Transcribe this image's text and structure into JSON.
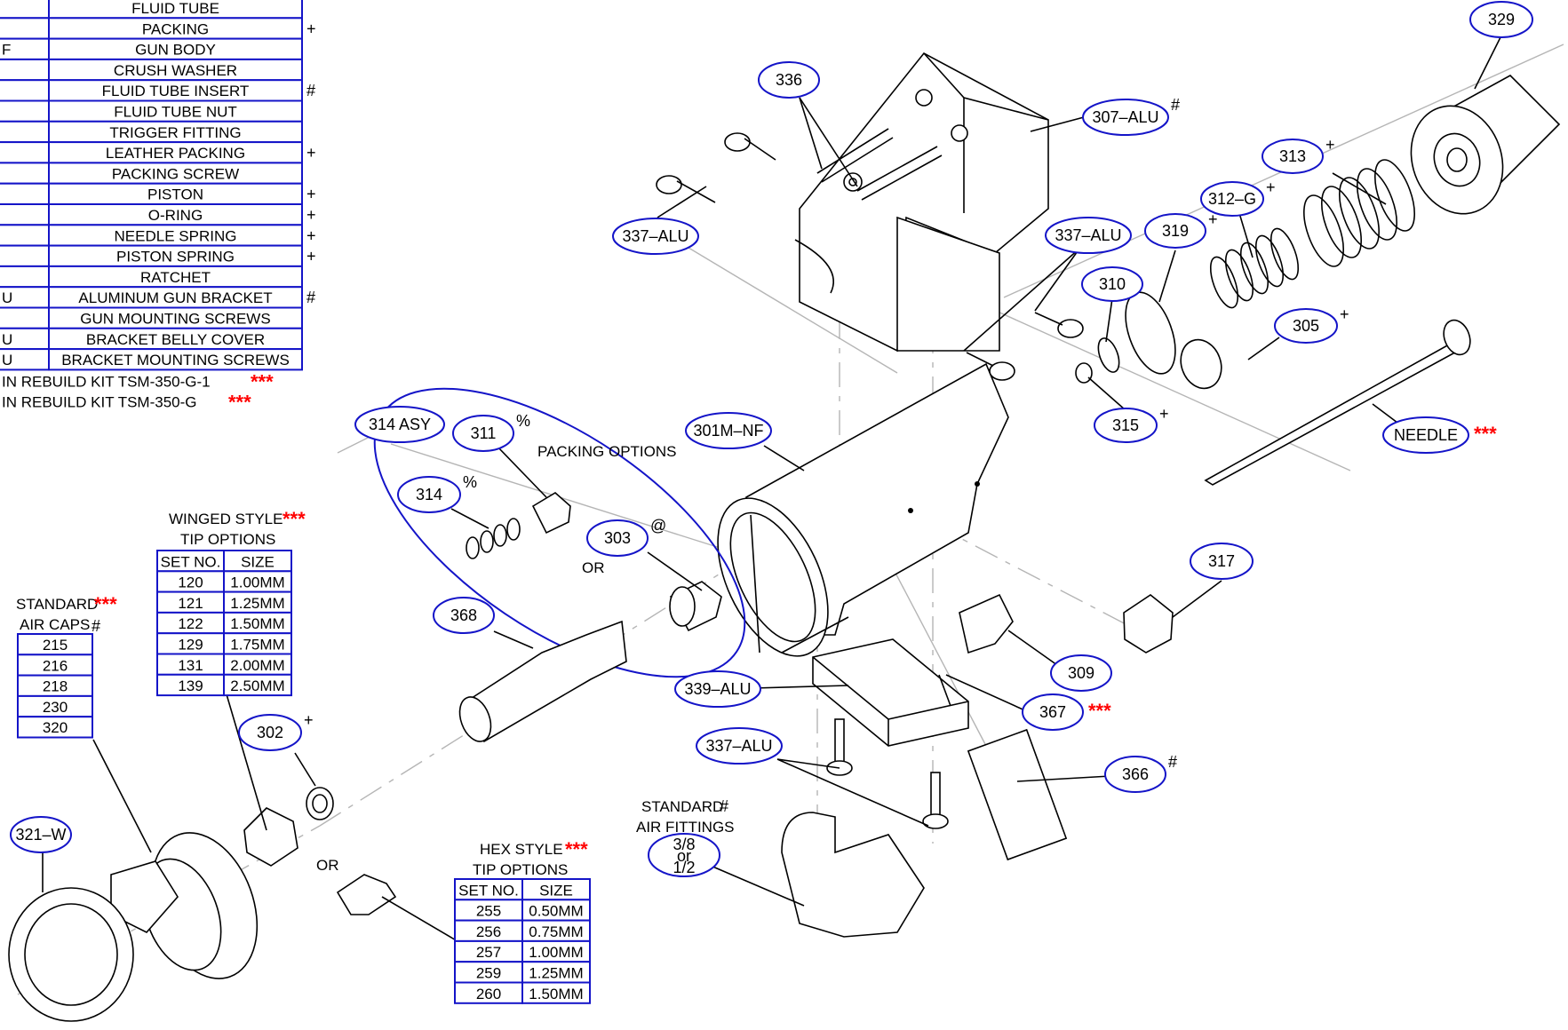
{
  "colors": {
    "balloon": "#1414c8",
    "table_border": "#1414c8",
    "note_star": "#ff0000",
    "line": "#000000",
    "centerline": "#b5b5b5"
  },
  "parts_list": {
    "rows": [
      {
        "left": "",
        "desc": "FLUID TUBE",
        "mark": ""
      },
      {
        "left": "",
        "desc": "PACKING",
        "mark": "+"
      },
      {
        "left": "F",
        "desc": "GUN BODY",
        "mark": ""
      },
      {
        "left": "",
        "desc": "CRUSH WASHER",
        "mark": ""
      },
      {
        "left": "",
        "desc": "FLUID TUBE INSERT",
        "mark": "#"
      },
      {
        "left": "",
        "desc": "FLUID TUBE NUT",
        "mark": ""
      },
      {
        "left": "",
        "desc": "TRIGGER FITTING",
        "mark": ""
      },
      {
        "left": "",
        "desc": "LEATHER PACKING",
        "mark": "+"
      },
      {
        "left": "",
        "desc": "PACKING SCREW",
        "mark": ""
      },
      {
        "left": "",
        "desc": "PISTON",
        "mark": "+"
      },
      {
        "left": "",
        "desc": "O-RING",
        "mark": "+"
      },
      {
        "left": "",
        "desc": "NEEDLE SPRING",
        "mark": "+"
      },
      {
        "left": "",
        "desc": "PISTON SPRING",
        "mark": "+"
      },
      {
        "left": "",
        "desc": "RATCHET",
        "mark": ""
      },
      {
        "left": "U",
        "desc": "ALUMINUM GUN BRACKET",
        "mark": "#"
      },
      {
        "left": "",
        "desc": "GUN MOUNTING SCREWS",
        "mark": ""
      },
      {
        "left": "U",
        "desc": "BRACKET BELLY COVER",
        "mark": ""
      },
      {
        "left": "U",
        "desc": "BRACKET MOUNTING SCREWS",
        "mark": ""
      }
    ],
    "note1": "IN REBUILD KIT TSM-350-G-1",
    "note2": "IN REBUILD KIT TSM-350-G",
    "stars": "***"
  },
  "winged": {
    "title": "WINGED STYLE",
    "subtitle": "TIP OPTIONS",
    "stars": "***",
    "headers": [
      "SET NO.",
      "SIZE"
    ],
    "rows": [
      [
        "120",
        "1.00MM"
      ],
      [
        "121",
        "1.25MM"
      ],
      [
        "122",
        "1.50MM"
      ],
      [
        "129",
        "1.75MM"
      ],
      [
        "131",
        "2.00MM"
      ],
      [
        "139",
        "2.50MM"
      ]
    ]
  },
  "hex": {
    "title": "HEX STYLE",
    "subtitle": "TIP OPTIONS",
    "stars": "***",
    "headers": [
      "SET NO.",
      "SIZE"
    ],
    "rows": [
      [
        "255",
        "0.50MM"
      ],
      [
        "256",
        "0.75MM"
      ],
      [
        "257",
        "1.00MM"
      ],
      [
        "259",
        "1.25MM"
      ],
      [
        "260",
        "1.50MM"
      ]
    ]
  },
  "air_caps": {
    "title": "STANDARD",
    "subtitle": "AIR CAPS",
    "stars": "***",
    "mark": "#",
    "values": [
      "215",
      "216",
      "218",
      "230",
      "320"
    ]
  },
  "labels": {
    "packing_options": "PACKING OPTIONS",
    "or": "OR",
    "standard_fittings_1": "STANDARD",
    "standard_fittings_mark": "#",
    "standard_fittings_2": "AIR FITTINGS"
  },
  "balloons": [
    {
      "id": "329",
      "text": "329",
      "mark": "",
      "stars": ""
    },
    {
      "id": "336",
      "text": "336",
      "mark": "",
      "stars": ""
    },
    {
      "id": "307-ALU",
      "text": "307–ALU",
      "mark": "#",
      "stars": ""
    },
    {
      "id": "313",
      "text": "313",
      "mark": "+",
      "stars": ""
    },
    {
      "id": "312-G",
      "text": "312–G",
      "mark": "+",
      "stars": ""
    },
    {
      "id": "337-ALU-a",
      "text": "337–ALU",
      "mark": "",
      "stars": ""
    },
    {
      "id": "337-ALU-b",
      "text": "337–ALU",
      "mark": "",
      "stars": ""
    },
    {
      "id": "319",
      "text": "319",
      "mark": "+",
      "stars": ""
    },
    {
      "id": "310",
      "text": "310",
      "mark": "",
      "stars": ""
    },
    {
      "id": "305",
      "text": "305",
      "mark": "+",
      "stars": ""
    },
    {
      "id": "315",
      "text": "315",
      "mark": "+",
      "stars": ""
    },
    {
      "id": "needle",
      "text": "NEEDLE",
      "mark": "",
      "stars": "***"
    },
    {
      "id": "314-asy",
      "text": "314 ASY",
      "mark": "",
      "stars": ""
    },
    {
      "id": "311",
      "text": "311",
      "mark": "%",
      "stars": ""
    },
    {
      "id": "301M-NF",
      "text": "301M–NF",
      "mark": "",
      "stars": ""
    },
    {
      "id": "314",
      "text": "314",
      "mark": "%",
      "stars": ""
    },
    {
      "id": "303",
      "text": "303",
      "mark": "@",
      "stars": ""
    },
    {
      "id": "317",
      "text": "317",
      "mark": "",
      "stars": ""
    },
    {
      "id": "368",
      "text": "368",
      "mark": "",
      "stars": ""
    },
    {
      "id": "309",
      "text": "309",
      "mark": "",
      "stars": ""
    },
    {
      "id": "339-ALU",
      "text": "339–ALU",
      "mark": "",
      "stars": ""
    },
    {
      "id": "367",
      "text": "367",
      "mark": "",
      "stars": "***"
    },
    {
      "id": "302",
      "text": "302",
      "mark": "+",
      "stars": ""
    },
    {
      "id": "337-ALU-c",
      "text": "337–ALU",
      "mark": "",
      "stars": ""
    },
    {
      "id": "366",
      "text": "366",
      "mark": "#",
      "stars": ""
    },
    {
      "id": "321-W",
      "text": "321–W",
      "mark": "",
      "stars": ""
    },
    {
      "id": "fitting-size",
      "text": "",
      "mark": "",
      "stars": "",
      "lines": [
        "3/8",
        "or",
        "1/2"
      ]
    }
  ]
}
